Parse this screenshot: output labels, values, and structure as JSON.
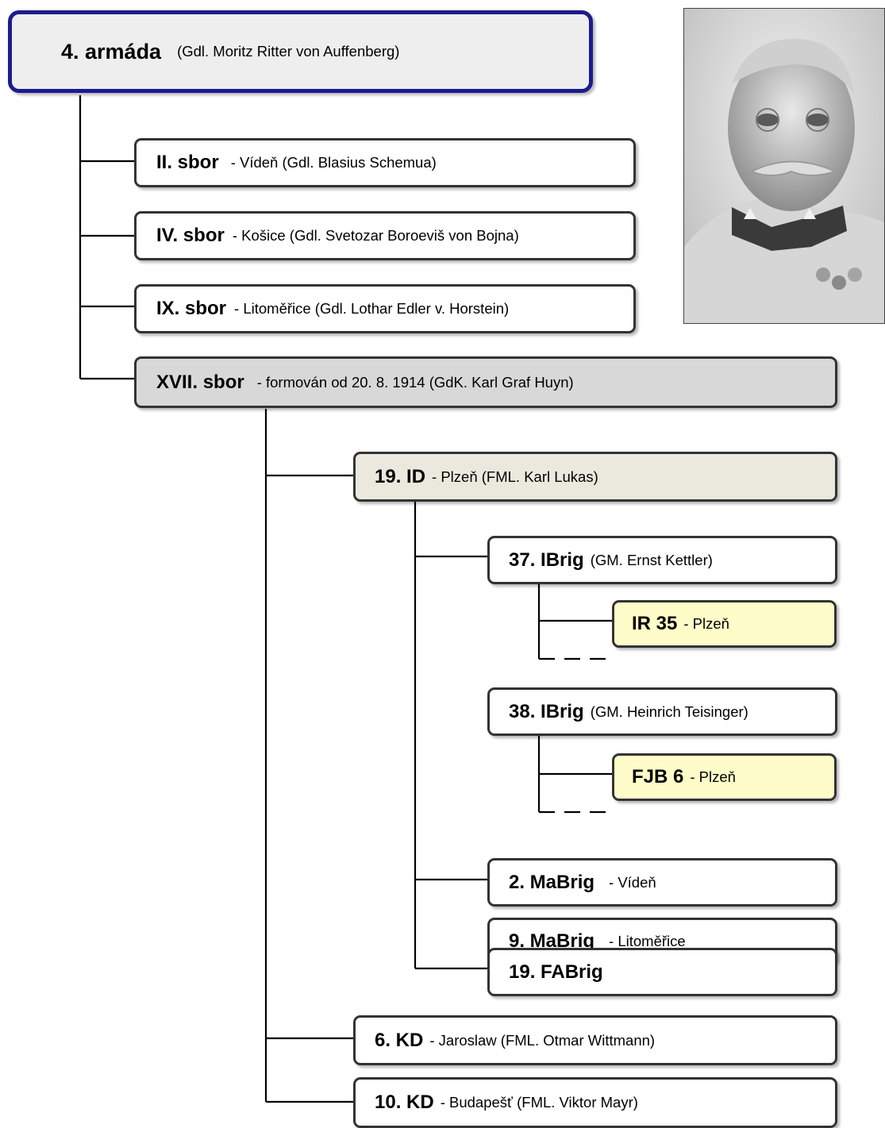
{
  "army": {
    "title": "4. armáda",
    "commander": "(Gdl. Moritz Ritter von Auffenberg)"
  },
  "corps": [
    {
      "title": "II. sbor",
      "detail": "- Vídeň  (Gdl. Blasius Schemua)"
    },
    {
      "title": "IV. sbor",
      "detail": "- Košice  (Gdl. Svetozar Boroeviš von Bojna)"
    },
    {
      "title": "IX. sbor",
      "detail": "- Litoměřice  (Gdl. Lothar Edler v. Horstein)"
    },
    {
      "title": "XVII. sbor",
      "detail": "- formován od 20. 8. 1914   (GdK. Karl Graf Huyn)"
    }
  ],
  "divisions": [
    {
      "title": "19. ID",
      "detail": "- Plzeň  (FML. Karl Lukas)"
    },
    {
      "title": "6. KD",
      "detail": "- Jaroslaw  (FML. Otmar Wittmann)"
    },
    {
      "title": "10. KD",
      "detail": "- Budapešť  (FML. Viktor Mayr)"
    }
  ],
  "brigades": [
    {
      "title": "37. IBrig",
      "detail": "(GM. Ernst Kettler)"
    },
    {
      "title": "38. IBrig",
      "detail": "(GM. Heinrich Teisinger)"
    },
    {
      "title": "2. MaBrig",
      "detail": "- Vídeň"
    },
    {
      "title": "9. MaBrig",
      "detail": "- Litoměřice"
    },
    {
      "title": "19. FABrig",
      "detail": ""
    }
  ],
  "regiments": [
    {
      "title": "IR 35",
      "detail": "- Plzeň"
    },
    {
      "title": "FJB 6",
      "detail": "- Plzeň"
    }
  ],
  "colors": {
    "army_border": "#1c1c8c",
    "army_fill": "#eeeeee",
    "corps_highlight_fill": "#d8d8d8",
    "division_fill": "#ebe8de",
    "regiment_fill": "#fefcc8",
    "line": "#000000"
  }
}
